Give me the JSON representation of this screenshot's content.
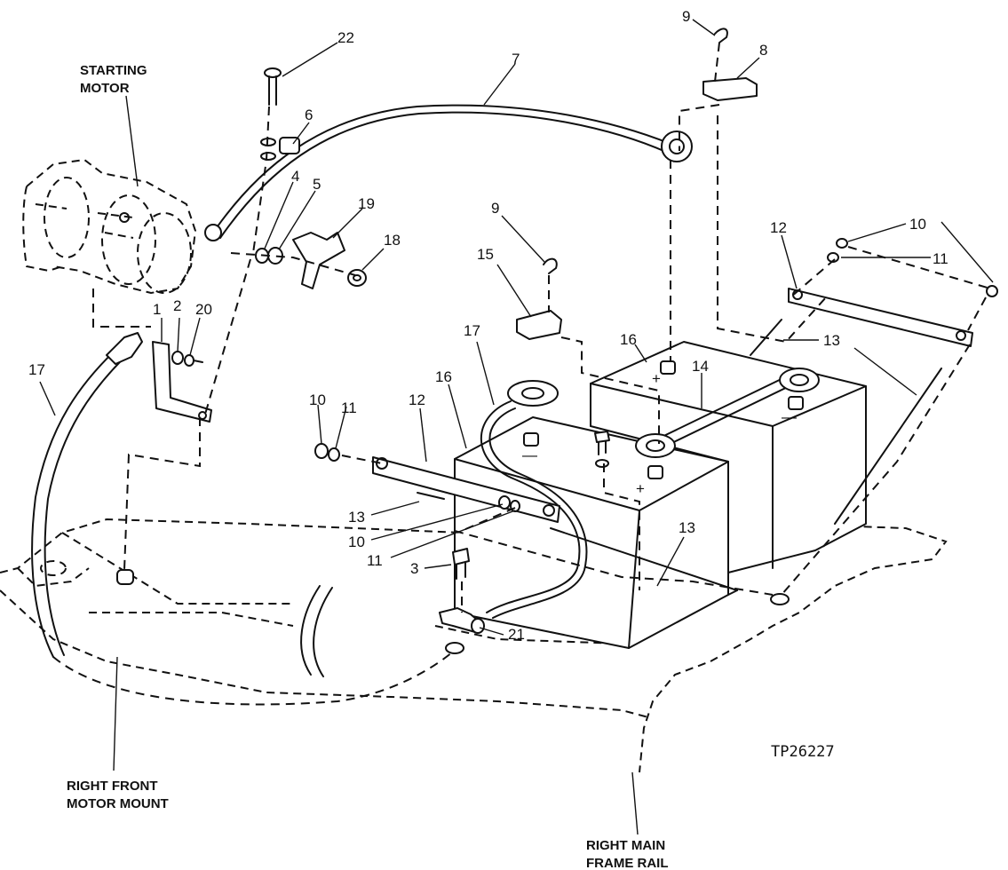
{
  "figure_code": "TP26227",
  "captions": {
    "starting_motor": [
      "STARTING",
      "MOTOR"
    ],
    "right_front_motor_mount": [
      "RIGHT FRONT",
      "MOTOR MOUNT"
    ],
    "right_main_frame_rail": [
      "RIGHT MAIN",
      "FRAME RAIL"
    ]
  },
  "battery_signs": {
    "plus": "+",
    "minus": "—"
  },
  "callouts": [
    "22",
    "7",
    "9",
    "8",
    "6",
    "4",
    "5",
    "19",
    "18",
    "9",
    "15",
    "12",
    "10",
    "11",
    "16",
    "13",
    "14",
    "17",
    "1",
    "2",
    "20",
    "17",
    "16",
    "12",
    "10",
    "11",
    "13",
    "10",
    "11",
    "3",
    "13",
    "21"
  ]
}
